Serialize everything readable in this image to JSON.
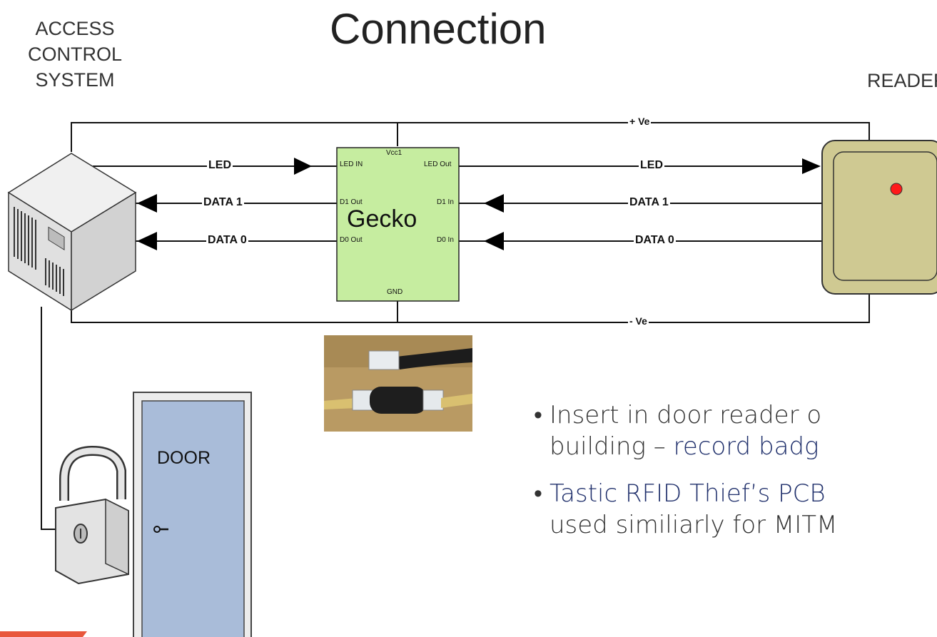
{
  "title": "Connection",
  "access_control": {
    "line1": "ACCESS",
    "line2": "CONTROL",
    "line3": "SYSTEM"
  },
  "reader_label": "READER",
  "wires": {
    "pos_ve": "+ Ve",
    "neg_ve": "- Ve",
    "led_left": "LED",
    "data1_left": "DATA 1",
    "data0_left": "DATA 0",
    "led_right": "LED",
    "data1_right": "DATA 1",
    "data0_right": "DATA 0"
  },
  "gecko": {
    "name": "Gecko",
    "pins": {
      "vcc": "Vcc1",
      "led_in": "LED IN",
      "led_out": "LED Out",
      "d1_out": "D1 Out",
      "d1_in": "D1 In",
      "d0_out": "D0 Out",
      "d0_in": "D0 In",
      "gnd": "GND"
    }
  },
  "door_label": "DOOR",
  "bullets": [
    {
      "line1": "Insert in door reader o",
      "line2_plain": "building – ",
      "line2_highlight": "record badg"
    },
    {
      "line1_highlight": "Tastic RFID Thief’s PCB",
      "line2": "used similiarly for MITM"
    }
  ],
  "colors": {
    "gecko_fill": "#c6eda0",
    "reader_fill": "#cfc992",
    "door_fill": "#a9bcd9",
    "reader_led": "#ff1a1a",
    "accent_bar": "#e8573c",
    "highlight_text": "#1f2f6b"
  },
  "icons": [
    "server-cube-icon",
    "padlock-icon",
    "reader-icon",
    "connector-photo"
  ]
}
